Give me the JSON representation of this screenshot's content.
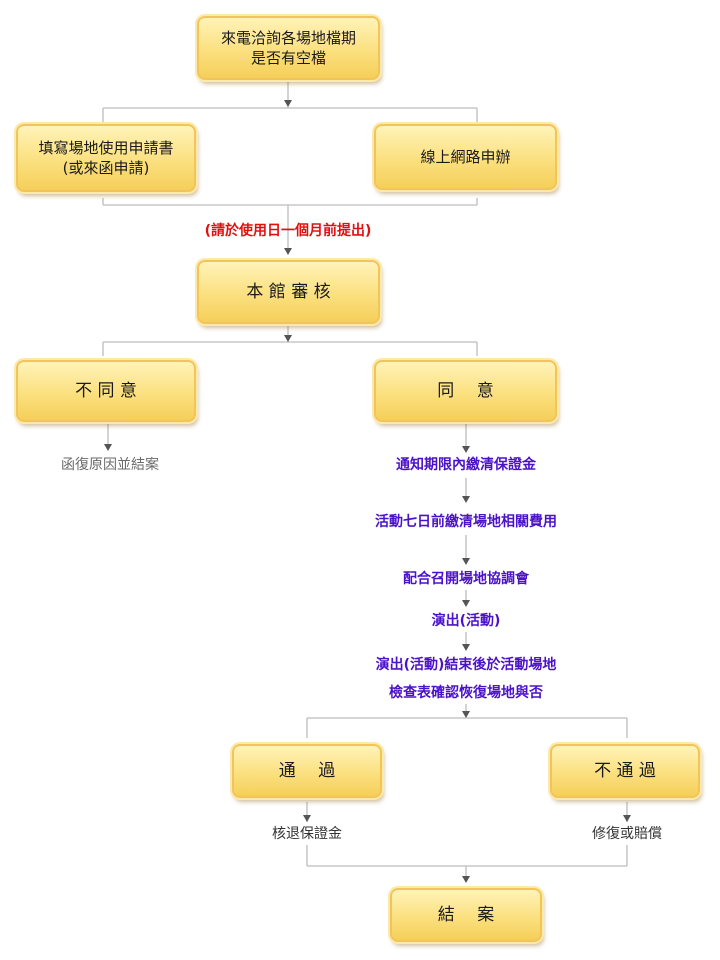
{
  "boxes": {
    "inquiry": {
      "line1": "來電洽詢各場地檔期",
      "line2": "是否有空檔"
    },
    "form": {
      "line1": "填寫場地使用申請書",
      "line2": "(或來函申請)"
    },
    "online": "線上網路申辦",
    "review": "本 館 審 核",
    "disagree": "不 同 意",
    "agree": "同　 意",
    "pass": "通　 過",
    "fail": "不 通 過",
    "close": "結　 案"
  },
  "notes": {
    "deadline": "(請於使用日一個月前提出)",
    "reply_reason": "函復原因並結案",
    "pay_deposit": "通知期限內繳清保證金",
    "pay_fees": "活動七日前繳清場地相關費用",
    "meeting": "配合召開場地協調會",
    "perform": "演出(活動)",
    "inspect_line1": "演出(活動)結束後於活動場地",
    "inspect_line2": "檢查表確認恢復場地與否",
    "refund": "核退保證金",
    "repair": "修復或賠償"
  },
  "colors": {
    "box_fill": "#fbe07f",
    "box_border": "#f2c45b",
    "purple_text": "#4b12c9",
    "red_text": "#e01010",
    "line": "#c0c0c0"
  }
}
